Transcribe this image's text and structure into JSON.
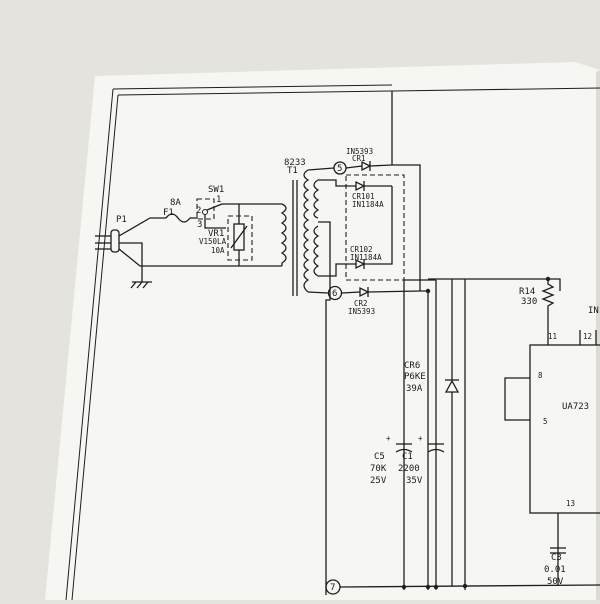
{
  "schematic": {
    "refs": {
      "p1": "P1",
      "f1_rating": "8A",
      "f1": "F1",
      "sw1": "SW1",
      "sw1_pin1": "1",
      "sw1_pin2": "2",
      "sw1_pin3": "3",
      "vr1": "VR1",
      "vr1_part": "V150LA",
      "vr1_rating": "10A",
      "t1_part": "8233",
      "t1": "T1",
      "node5": "5",
      "node6": "6",
      "node7": "7",
      "cr1_part": "IN5393",
      "cr1": "CR1",
      "cr101": "CR101",
      "cr101_part": "IN1184A",
      "cr102": "CR102",
      "cr102_part": "IN1184A",
      "cr2": "CR2",
      "cr2_part": "IN5393",
      "cr6": "CR6",
      "cr6_part": "P6KE",
      "cr6_rating": "39A",
      "c5": "C5",
      "c5_value": "70K",
      "c5_voltage": "25V",
      "c1": "C1",
      "c1_value": "2200",
      "c1_voltage": "35V",
      "plus_c5": "+",
      "plus_c1": "+",
      "r14": "R14",
      "r14_value": "330",
      "ic": "UA723",
      "ic_pin11": "11",
      "ic_pin12": "12",
      "ic_pin8": "8",
      "ic_pin5": "5",
      "ic_pin13": "13",
      "ic_edge_label": "IN",
      "c3": "C3",
      "c3_value": "0.01",
      "c3_voltage": "50V"
    }
  }
}
